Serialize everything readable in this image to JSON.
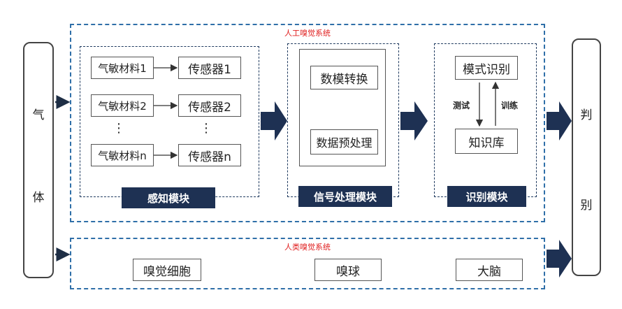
{
  "left_box": {
    "char_top": "气",
    "char_bottom": "体"
  },
  "right_box": {
    "char_top": "判",
    "char_bottom": "别"
  },
  "artificial_system": {
    "title": "人工嗅觉系统"
  },
  "human_system": {
    "title": "人类嗅觉系统",
    "items": [
      "嗅觉细胞",
      "嗅球",
      "大脑"
    ]
  },
  "perception_module": {
    "label": "感知模块",
    "materials": [
      "气敏材料1",
      "气敏材料2",
      "气敏材料n"
    ],
    "sensors": [
      "传感器1",
      "传感器2",
      "传感器n"
    ],
    "ellipsis": "⋮"
  },
  "signal_module": {
    "label": "信号处理模块",
    "items": [
      "数模转换",
      "数据预处理"
    ]
  },
  "recognition_module": {
    "label": "识别模块",
    "pattern": "模式识别",
    "knowledge": "知识库",
    "test_label": "测试",
    "train_label": "训练"
  },
  "colors": {
    "arrow": "#1e3153",
    "dash": "#2f6fa8",
    "label_bg": "#1e3153",
    "system_title": "#e02020"
  }
}
